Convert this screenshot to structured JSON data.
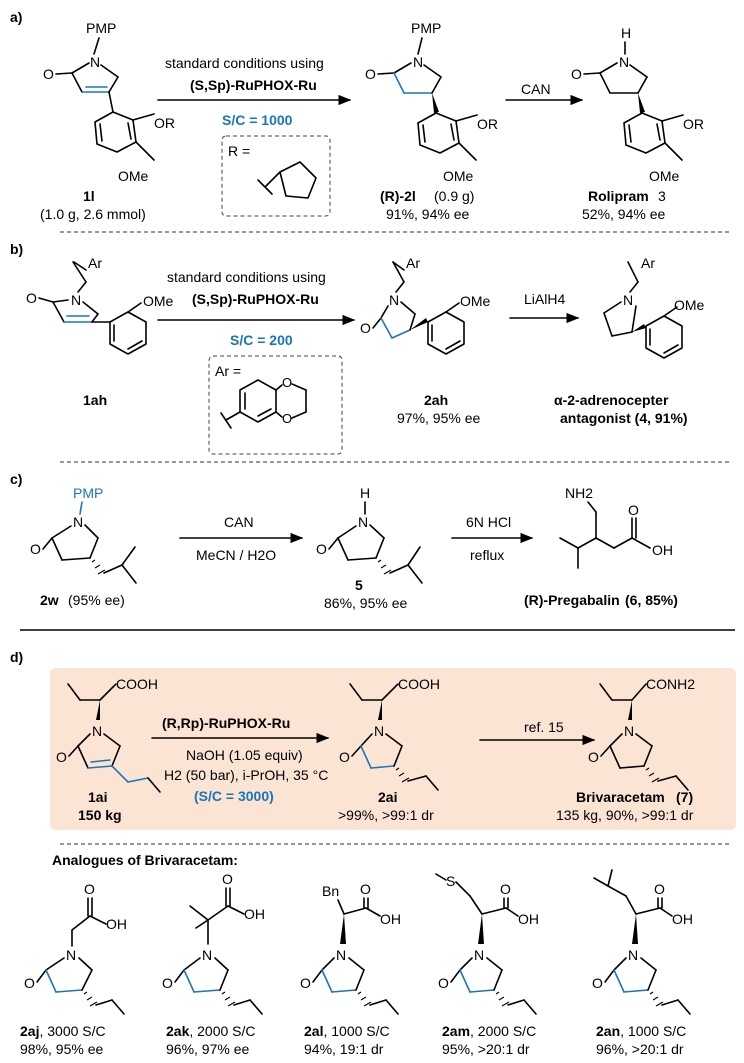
{
  "sections": {
    "a": {
      "label": "a)",
      "sm": {
        "name": "1l",
        "amount": "(1.0 g, 2.6 mmol)",
        "pmp": "PMP",
        "o": "O",
        "n": "N",
        "or": "OR",
        "ome": "OMe"
      },
      "conditions": {
        "line1": "standard conditions using",
        "catalyst": "(S,Sp)-RuPHOX-Ru",
        "sc": "S/C = 1000",
        "r_label": "R ="
      },
      "product": {
        "name": "(R)-2l",
        "mass": "(0.9 g)",
        "yield": "91%, 94% ee"
      },
      "reagent": "CAN",
      "final": {
        "name": "Rolipram",
        "num": "3",
        "yield": "52%, 94% ee",
        "nh": "H"
      }
    },
    "b": {
      "label": "b)",
      "sm": {
        "name": "1ah",
        "ar": "Ar",
        "ome": "OMe"
      },
      "conditions": {
        "line1": "standard conditions using",
        "catalyst": "(S,Sp)-RuPHOX-Ru",
        "sc": "S/C = 200",
        "ar_label": "Ar ="
      },
      "product": {
        "name": "2ah",
        "yield": "97%, 95% ee"
      },
      "reagent": "LiAlH4",
      "final": {
        "line1": "α-2-adrenocepter",
        "line2": "antagonist (4, 91%)"
      }
    },
    "c": {
      "label": "c)",
      "sm": {
        "name": "2w",
        "ee": "(95% ee)"
      },
      "cond1": {
        "line1": "CAN",
        "line2": "MeCN / H2O"
      },
      "product": {
        "name": "5",
        "yield": "86%, 95% ee"
      },
      "cond2": {
        "line1": "6N HCl",
        "line2": "reflux"
      },
      "final": {
        "name": "(R)-Pregabalin",
        "detail": "(6, 85%)",
        "nh2": "NH2",
        "oh": "OH"
      }
    },
    "d": {
      "label": "d)",
      "sm": {
        "name": "1ai",
        "amount": "150 kg",
        "cooh": "COOH"
      },
      "conditions": {
        "catalyst": "(R,Rp)-RuPHOX-Ru",
        "base": "NaOH (1.05 equiv)",
        "h2": "H2 (50 bar), i-PrOH, 35 °C",
        "sc": "(S/C = 3000)"
      },
      "product": {
        "name": "2ai",
        "yield": ">99%, >99:1 dr"
      },
      "reagent": "ref. 15",
      "final": {
        "name": "Brivaracetam",
        "num": "(7)",
        "yield": "135 kg, 90%, >99:1 dr",
        "conh2": "CONH2"
      },
      "analogues_title": "Analogues of Brivaracetam:",
      "analogues": [
        {
          "name": "2aj",
          "sc": ", 3000 S/C",
          "yield": "98%, 95% ee"
        },
        {
          "name": "2ak",
          "sc": ", 2000 S/C",
          "yield": "96%, 97% ee"
        },
        {
          "name": "2al",
          "sc": ", 1000 S/C",
          "yield": "94%, 19:1 dr",
          "sub": "Bn"
        },
        {
          "name": "2am",
          "sc": ", 2000 S/C",
          "yield": "95%, >20:1 dr",
          "sub": "S"
        },
        {
          "name": "2an",
          "sc": ", 1000 S/C",
          "yield": "96%, >20:1 dr"
        }
      ]
    }
  }
}
